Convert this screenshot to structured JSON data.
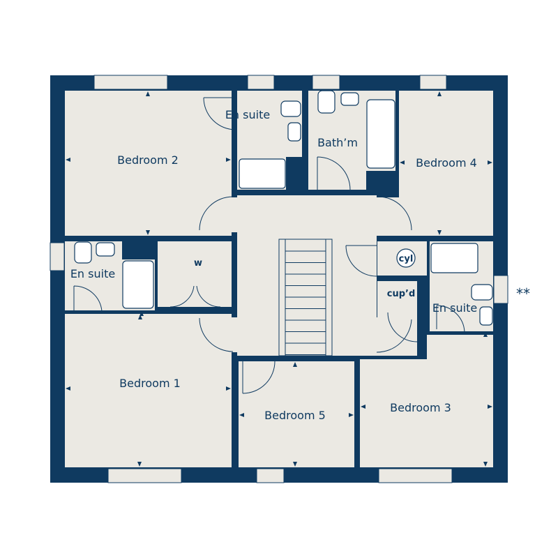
{
  "plan": {
    "colors": {
      "wall": "#0f3a60",
      "floor": "#ebe9e3",
      "fixture": "#ffffff"
    },
    "rooms": {
      "bedroom1": "Bedroom 1",
      "bedroom2": "Bedroom 2",
      "bedroom3": "Bedroom 3",
      "bedroom4": "Bedroom 4",
      "bedroom5": "Bedroom 5",
      "ensuite_top": "En suite",
      "ensuite_left": "En suite",
      "ensuite_right": "En suite",
      "bathroom": "Bath’m",
      "wardrobe": "w",
      "cylinder": "cyl",
      "cupboard": "cup’d"
    },
    "note_marker": "**"
  }
}
